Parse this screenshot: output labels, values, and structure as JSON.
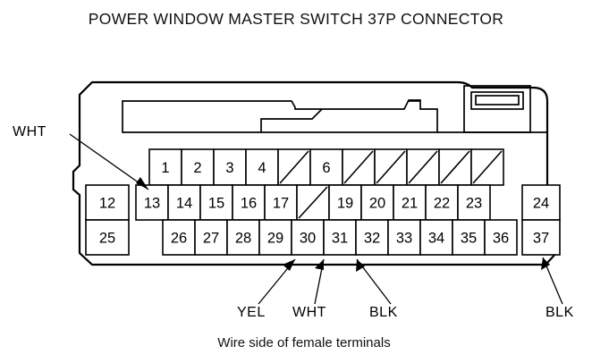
{
  "title": "POWER WINDOW MASTER SWITCH 37P CONNECTOR",
  "caption": "Wire side of female terminals",
  "connector": {
    "type": "37P",
    "name": "Power Window Master Switch Connector",
    "view": "Wire side of female terminals"
  },
  "rows": {
    "row1": {
      "label": "row-1-terminals",
      "cells": [
        "1",
        "2",
        "3",
        "4",
        "",
        "6",
        "",
        "",
        "",
        "",
        ""
      ],
      "blank_flags": [
        false,
        false,
        false,
        false,
        true,
        false,
        true,
        true,
        true,
        true,
        true
      ]
    },
    "row2_left": {
      "label": "row-2-left-terminal",
      "cells": [
        "12"
      ],
      "blank_flags": [
        false
      ]
    },
    "row2": {
      "label": "row-2-terminals",
      "cells": [
        "13",
        "14",
        "15",
        "16",
        "17",
        "",
        "19",
        "20",
        "21",
        "22",
        "23"
      ],
      "blank_flags": [
        false,
        false,
        false,
        false,
        false,
        true,
        false,
        false,
        false,
        false,
        false
      ]
    },
    "row2_right": {
      "label": "row-2-right-terminal",
      "cells": [
        "24"
      ],
      "blank_flags": [
        false
      ]
    },
    "row3_left": {
      "label": "row-3-left-terminal",
      "cells": [
        "25"
      ],
      "blank_flags": [
        false
      ]
    },
    "row3": {
      "label": "row-3-terminals",
      "cells": [
        "26",
        "27",
        "28",
        "29",
        "30",
        "31",
        "32",
        "33",
        "34",
        "35",
        "36"
      ],
      "blank_flags": [
        false,
        false,
        false,
        false,
        false,
        false,
        false,
        false,
        false,
        false,
        false
      ]
    },
    "row3_right": {
      "label": "row-3-right-terminal",
      "cells": [
        "37"
      ],
      "blank_flags": [
        false
      ]
    }
  },
  "wire_labels": [
    {
      "id": "wht-top",
      "text": "WHT",
      "points_to_pin": "13",
      "position": "upper-left"
    },
    {
      "id": "yel-bottom",
      "text": "YEL",
      "points_to_pin": "30",
      "position": "lower-center"
    },
    {
      "id": "wht-bottom",
      "text": "WHT",
      "points_to_pin": "31",
      "position": "lower-center"
    },
    {
      "id": "blk-bottom",
      "text": "BLK",
      "points_to_pin": "32",
      "position": "lower-center"
    },
    {
      "id": "blk-right",
      "text": "BLK",
      "points_to_pin": "37",
      "position": "lower-right"
    }
  ],
  "colors": {
    "line": "#000000",
    "background": "#ffffff",
    "text": "#111111"
  }
}
